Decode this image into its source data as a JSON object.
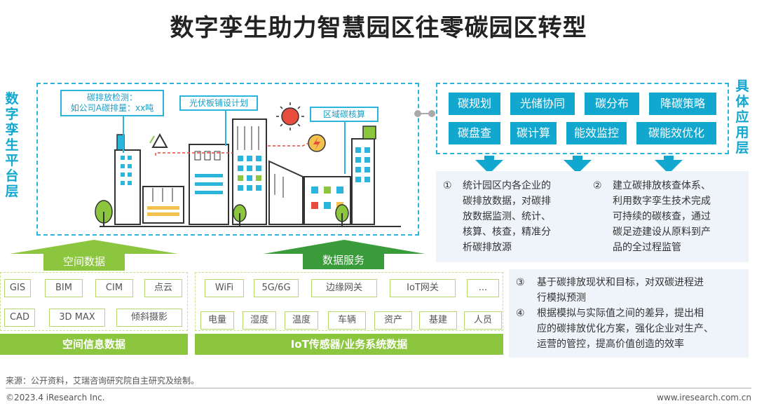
{
  "title": "数字孪生助力智慧园区往零碳园区转型",
  "left_label": "数字孪生平台层",
  "right_label": "具体应用层",
  "callouts": {
    "carbon_detect": "碳排放检测：",
    "carbon_detect_line2": "如公司A碳排量：xx吨",
    "pv_plan": "光伏板铺设计划",
    "region_accounting": "区域碳核算"
  },
  "apps": [
    "碳规划",
    "光储协同",
    "碳分布",
    "降碳策略",
    "碳盘查",
    "碳计算",
    "能效监控",
    "碳能效优化"
  ],
  "info": {
    "item1_num": "①",
    "item1": [
      "统计园区内各企业的",
      "碳排放数据，对碳排",
      "放数据监测、统计、",
      "核算、核查，精准分",
      "析碳排放源"
    ],
    "item2_num": "②",
    "item2": [
      "建立碳排放核查体系、",
      "利用数字孪生技术完成",
      "可持续的碳核查，通过",
      "碳足迹建设从原料到产",
      "品的全过程监管"
    ],
    "item3_num": "③",
    "item3": [
      "基于碳排放现状和目标，对双碳进程进",
      "行模拟预测"
    ],
    "item4_num": "④",
    "item4": [
      "根据模拟与实际值之间的差异，提出相",
      "应的碳排放优化方案，强化企业对生产、",
      "运营的管控，提高价值创造的效率"
    ]
  },
  "spatial": {
    "arrow_label": "空间数据",
    "chips_row1": [
      "GIS",
      "BIM",
      "CIM",
      "点云"
    ],
    "chips_row2": [
      "CAD",
      "3D MAX",
      "倾斜摄影"
    ],
    "bar": "空间信息数据"
  },
  "iot": {
    "arrow_label": "数据服务",
    "chips_row1": [
      "WiFi",
      "5G/6G",
      "边缘网关",
      "IoT网关",
      "..."
    ],
    "chips_row2": [
      "电量",
      "湿度",
      "温度",
      "车辆",
      "资产",
      "基建",
      "人员"
    ],
    "bar": "IoT传感器/业务系统数据"
  },
  "footer": {
    "source": "来源：公开资料，艾瑞咨询研究院自主研究及绘制。",
    "copyright": "©2023.4 iResearch Inc.",
    "url": "www.iresearch.com.cn"
  },
  "colors": {
    "accent_blue": "#12a7cf",
    "accent_green": "#8cc63f",
    "panel_bg": "#eef4fa"
  }
}
